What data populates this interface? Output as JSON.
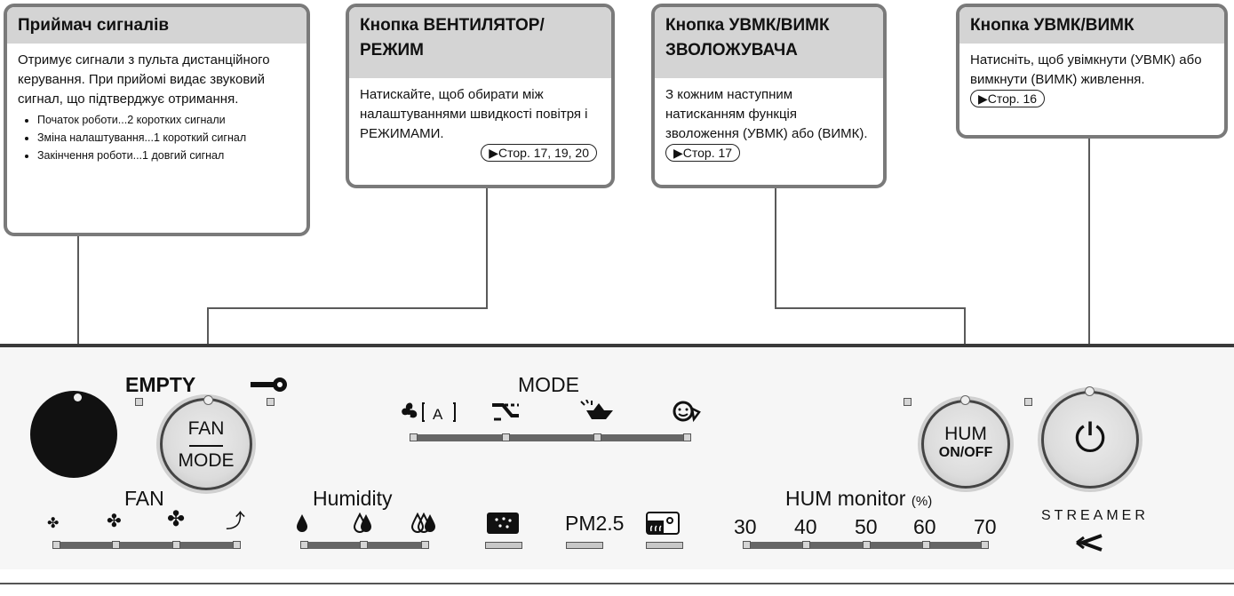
{
  "callouts": {
    "receiver": {
      "title": "Приймач сигналів",
      "text": "Отримує сигнали з пульта дистанційного керування. При прийомі видає звуковий сигнал, що підтверджує отримання.",
      "items": [
        "Початок роботи...2 коротких сигнали",
        "Зміна налаштування...1 короткий сигнал",
        "Закінчення роботи...1 довгий сигнал"
      ]
    },
    "fan_mode": {
      "title": "Кнопка ВЕНТИЛЯТОР/ РЕЖИМ",
      "text": "Натискайте, щоб обирати між налаштуваннями швидкості повітря і РЕЖИМАМИ.",
      "ref": "▶Стор. 17, 19, 20"
    },
    "hum": {
      "title": "Кнопка УВМК/ВИМК ЗВОЛОЖУВАЧА",
      "text": "З кожним наступним натисканням функція зволоження (УВМК) або (ВИМК).",
      "ref": "▶Стор. 17"
    },
    "power": {
      "title": "Кнопка УВМК/ВИМК",
      "text": "Натисніть, щоб увімкнути (УВМК) або вимкнути (ВИМК) живлення.",
      "ref": "▶Стор. 16"
    }
  },
  "panel": {
    "empty": "EMPTY",
    "mode": "MODE",
    "fan": "FAN",
    "humidity": "Humidity",
    "pm": "PM2.5",
    "hum_monitor": "HUM monitor",
    "hum_unit": "(%)",
    "hum_values": [
      "30",
      "40",
      "50",
      "60",
      "70"
    ],
    "streamer": "STREAMER",
    "fan_btn_top": "FAN",
    "fan_btn_bottom": "MODE",
    "hum_btn_top": "HUM",
    "hum_btn_bottom": "ON/OFF",
    "power_symbol": "⏻"
  }
}
